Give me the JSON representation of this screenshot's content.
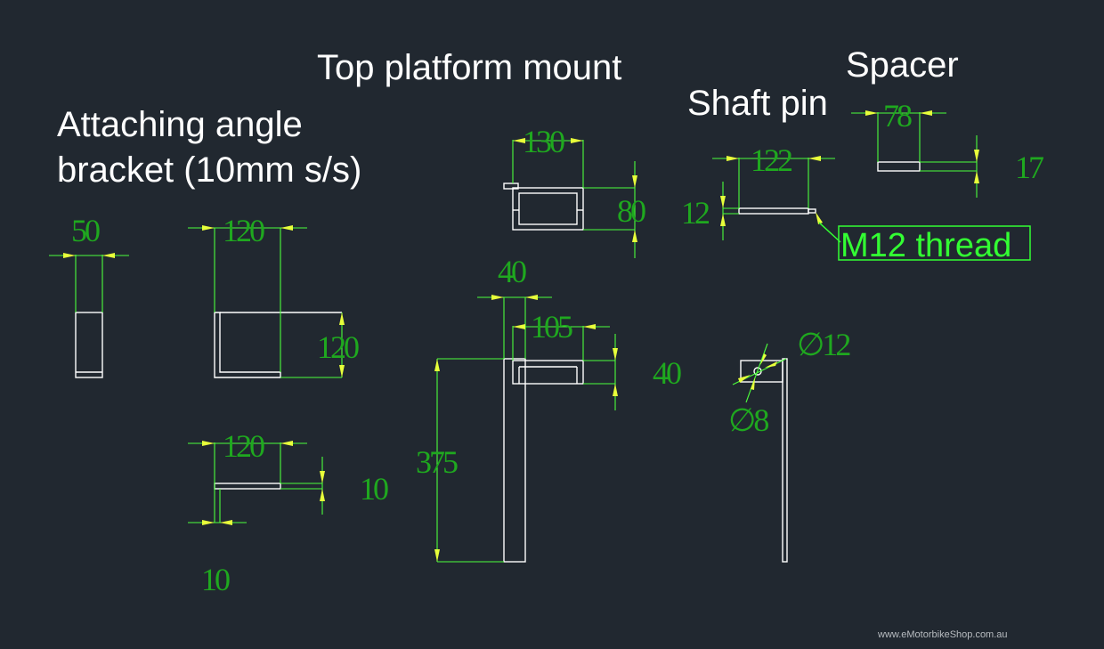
{
  "titles": {
    "top_platform_mount": "Top platform mount",
    "spacer": "Spacer",
    "shaft_pin": "Shaft pin",
    "angle_bracket_line1": "Attaching angle",
    "angle_bracket_line2": "bracket (10mm s/s)"
  },
  "dimensions": {
    "bracket_end_width": "50",
    "bracket_length": "120",
    "bracket_height": "120",
    "bracket_plan_length": "120",
    "bracket_plan_thickness": "10",
    "bracket_plan_offset": "10",
    "platform_width": "130",
    "platform_height": "80",
    "post_width": "40",
    "post_arm_length": "105",
    "post_arm_height": "40",
    "post_height": "375",
    "pin_length": "122",
    "pin_diameter": "12",
    "spacer_width": "78",
    "spacer_height": "17",
    "hole_diameter_outer": "∅12",
    "hole_diameter_inner": "∅8"
  },
  "callout": {
    "thread": "M12 thread"
  },
  "colors": {
    "background": "#212830",
    "outline": "#ffffff",
    "dimension_text": "#1fa81f",
    "extension_line": "#4cff3c",
    "arrow": "#e8ff3a",
    "callout": "#33ff33"
  },
  "watermark": "www.eMotorbikeShop.com.au"
}
